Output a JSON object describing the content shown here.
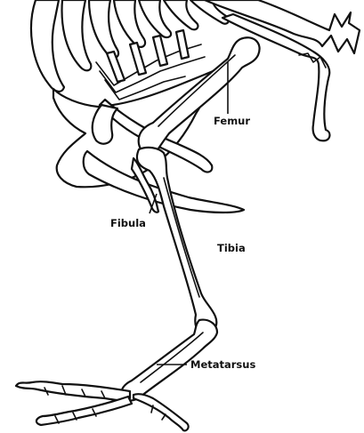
{
  "diagram": {
    "labels": {
      "femur": "Femur",
      "fibula": "Fibula",
      "tibia": "Tibia",
      "metatarsus": "Metatarsus"
    }
  }
}
